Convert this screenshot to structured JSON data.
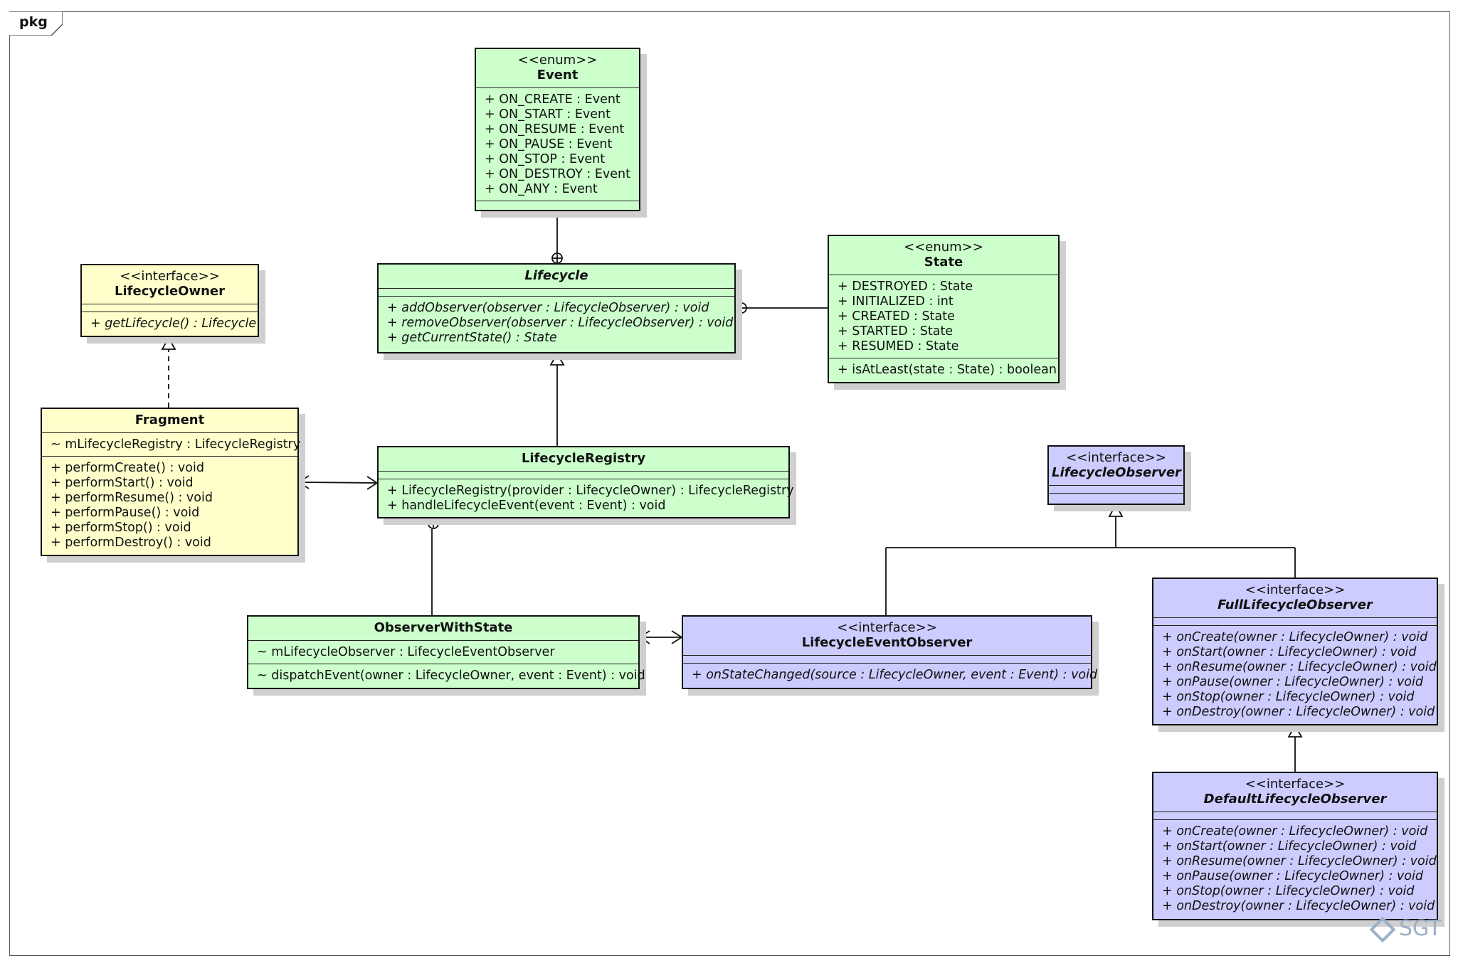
{
  "package": {
    "label": "pkg"
  },
  "classes": {
    "event": {
      "stereotype": "<<enum>>",
      "name": "Event",
      "attributes": [
        "+ ON_CREATE : Event",
        "+ ON_START : Event",
        "+ ON_RESUME : Event",
        "+ ON_PAUSE : Event",
        "+ ON_STOP : Event",
        "+ ON_DESTROY : Event",
        "+ ON_ANY : Event"
      ]
    },
    "lifecycle": {
      "name": "Lifecycle",
      "operations": [
        "+ addObserver(observer : LifecycleObserver) : void",
        "+ removeObserver(observer : LifecycleObserver) : void",
        "+ getCurrentState() : State"
      ]
    },
    "state": {
      "stereotype": "<<enum>>",
      "name": "State",
      "attributes": [
        "+ DESTROYED : State",
        "+ INITIALIZED : int",
        "+ CREATED : State",
        "+ STARTED : State",
        "+ RESUMED : State"
      ],
      "operations": [
        "+ isAtLeast(state : State) : boolean"
      ]
    },
    "lifecycle_owner": {
      "stereotype": "<<interface>>",
      "name": "LifecycleOwner",
      "operations": [
        "+ getLifecycle() : Lifecycle"
      ]
    },
    "fragment": {
      "name": "Fragment",
      "attributes": [
        "~ mLifecycleRegistry : LifecycleRegistry"
      ],
      "operations": [
        "+ performCreate() : void",
        "+ performStart() : void",
        "+ performResume() : void",
        "+ performPause() : void",
        "+ performStop() : void",
        "+ performDestroy() : void"
      ]
    },
    "lifecycle_registry": {
      "name": "LifecycleRegistry",
      "operations": [
        "+ LifecycleRegistry(provider : LifecycleOwner) : LifecycleRegistry",
        "+ handleLifecycleEvent(event : Event) : void"
      ]
    },
    "lifecycle_observer": {
      "stereotype": "<<interface>>",
      "name": "LifecycleObserver"
    },
    "observer_with_state": {
      "name": "ObserverWithState",
      "attributes": [
        "~ mLifecycleObserver : LifecycleEventObserver"
      ],
      "operations": [
        "~ dispatchEvent(owner : LifecycleOwner, event : Event) : void"
      ]
    },
    "lifecycle_event_observer": {
      "stereotype": "<<interface>>",
      "name": "LifecycleEventObserver",
      "operations": [
        "+ onStateChanged(source : LifecycleOwner, event : Event) : void"
      ]
    },
    "full_lifecycle_observer": {
      "stereotype": "<<interface>>",
      "name": "FullLifecycleObserver",
      "operations": [
        "+ onCreate(owner : LifecycleOwner) : void",
        "+ onStart(owner : LifecycleOwner) : void",
        "+ onResume(owner : LifecycleOwner) : void",
        "+ onPause(owner : LifecycleOwner) : void",
        "+ onStop(owner : LifecycleOwner) : void",
        "+ onDestroy(owner : LifecycleOwner) : void"
      ]
    },
    "default_lifecycle_observer": {
      "stereotype": "<<interface>>",
      "name": "DefaultLifecycleObserver",
      "operations": [
        "+ onCreate(owner : LifecycleOwner) : void",
        "+ onStart(owner : LifecycleOwner) : void",
        "+ onResume(owner : LifecycleOwner) : void",
        "+ onPause(owner : LifecycleOwner) : void",
        "+ onStop(owner : LifecycleOwner) : void",
        "+ onDestroy(owner : LifecycleOwner) : void"
      ]
    }
  },
  "colors": {
    "yellow": "#ffffcc",
    "green": "#ccffcc",
    "blue": "#ccccff",
    "border": "#111111",
    "shadow": "#cfcfcf"
  },
  "watermark": {
    "text": "SGT"
  }
}
